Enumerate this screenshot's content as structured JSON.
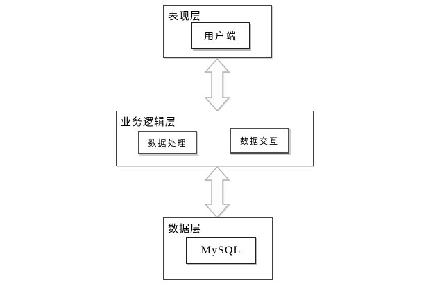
{
  "diagram": {
    "type": "layered-architecture",
    "layers": [
      {
        "name": "presentation-layer",
        "label": "表现层",
        "nodes": [
          {
            "name": "client",
            "label": "用户端"
          }
        ]
      },
      {
        "name": "business-logic-layer",
        "label": "业务逻辑层",
        "nodes": [
          {
            "name": "data-processing",
            "label": "数据处理"
          },
          {
            "name": "data-interaction",
            "label": "数据交互"
          }
        ]
      },
      {
        "name": "data-layer",
        "label": "数据层",
        "nodes": [
          {
            "name": "mysql",
            "label": "MySQL"
          }
        ]
      }
    ],
    "connectors": [
      {
        "name": "presentation-to-business",
        "type": "double-headed-vertical-arrow"
      },
      {
        "name": "business-to-data",
        "type": "double-headed-vertical-arrow"
      }
    ],
    "colors": {
      "background": "#ffffff",
      "layer_border": "#3f3f3f",
      "node_border": "#1f1f1f",
      "node_shadow": "#a8a8a8",
      "arrow_stroke": "#b3b3b3",
      "arrow_fill": "#fdfdfd",
      "text": "#000000"
    }
  }
}
